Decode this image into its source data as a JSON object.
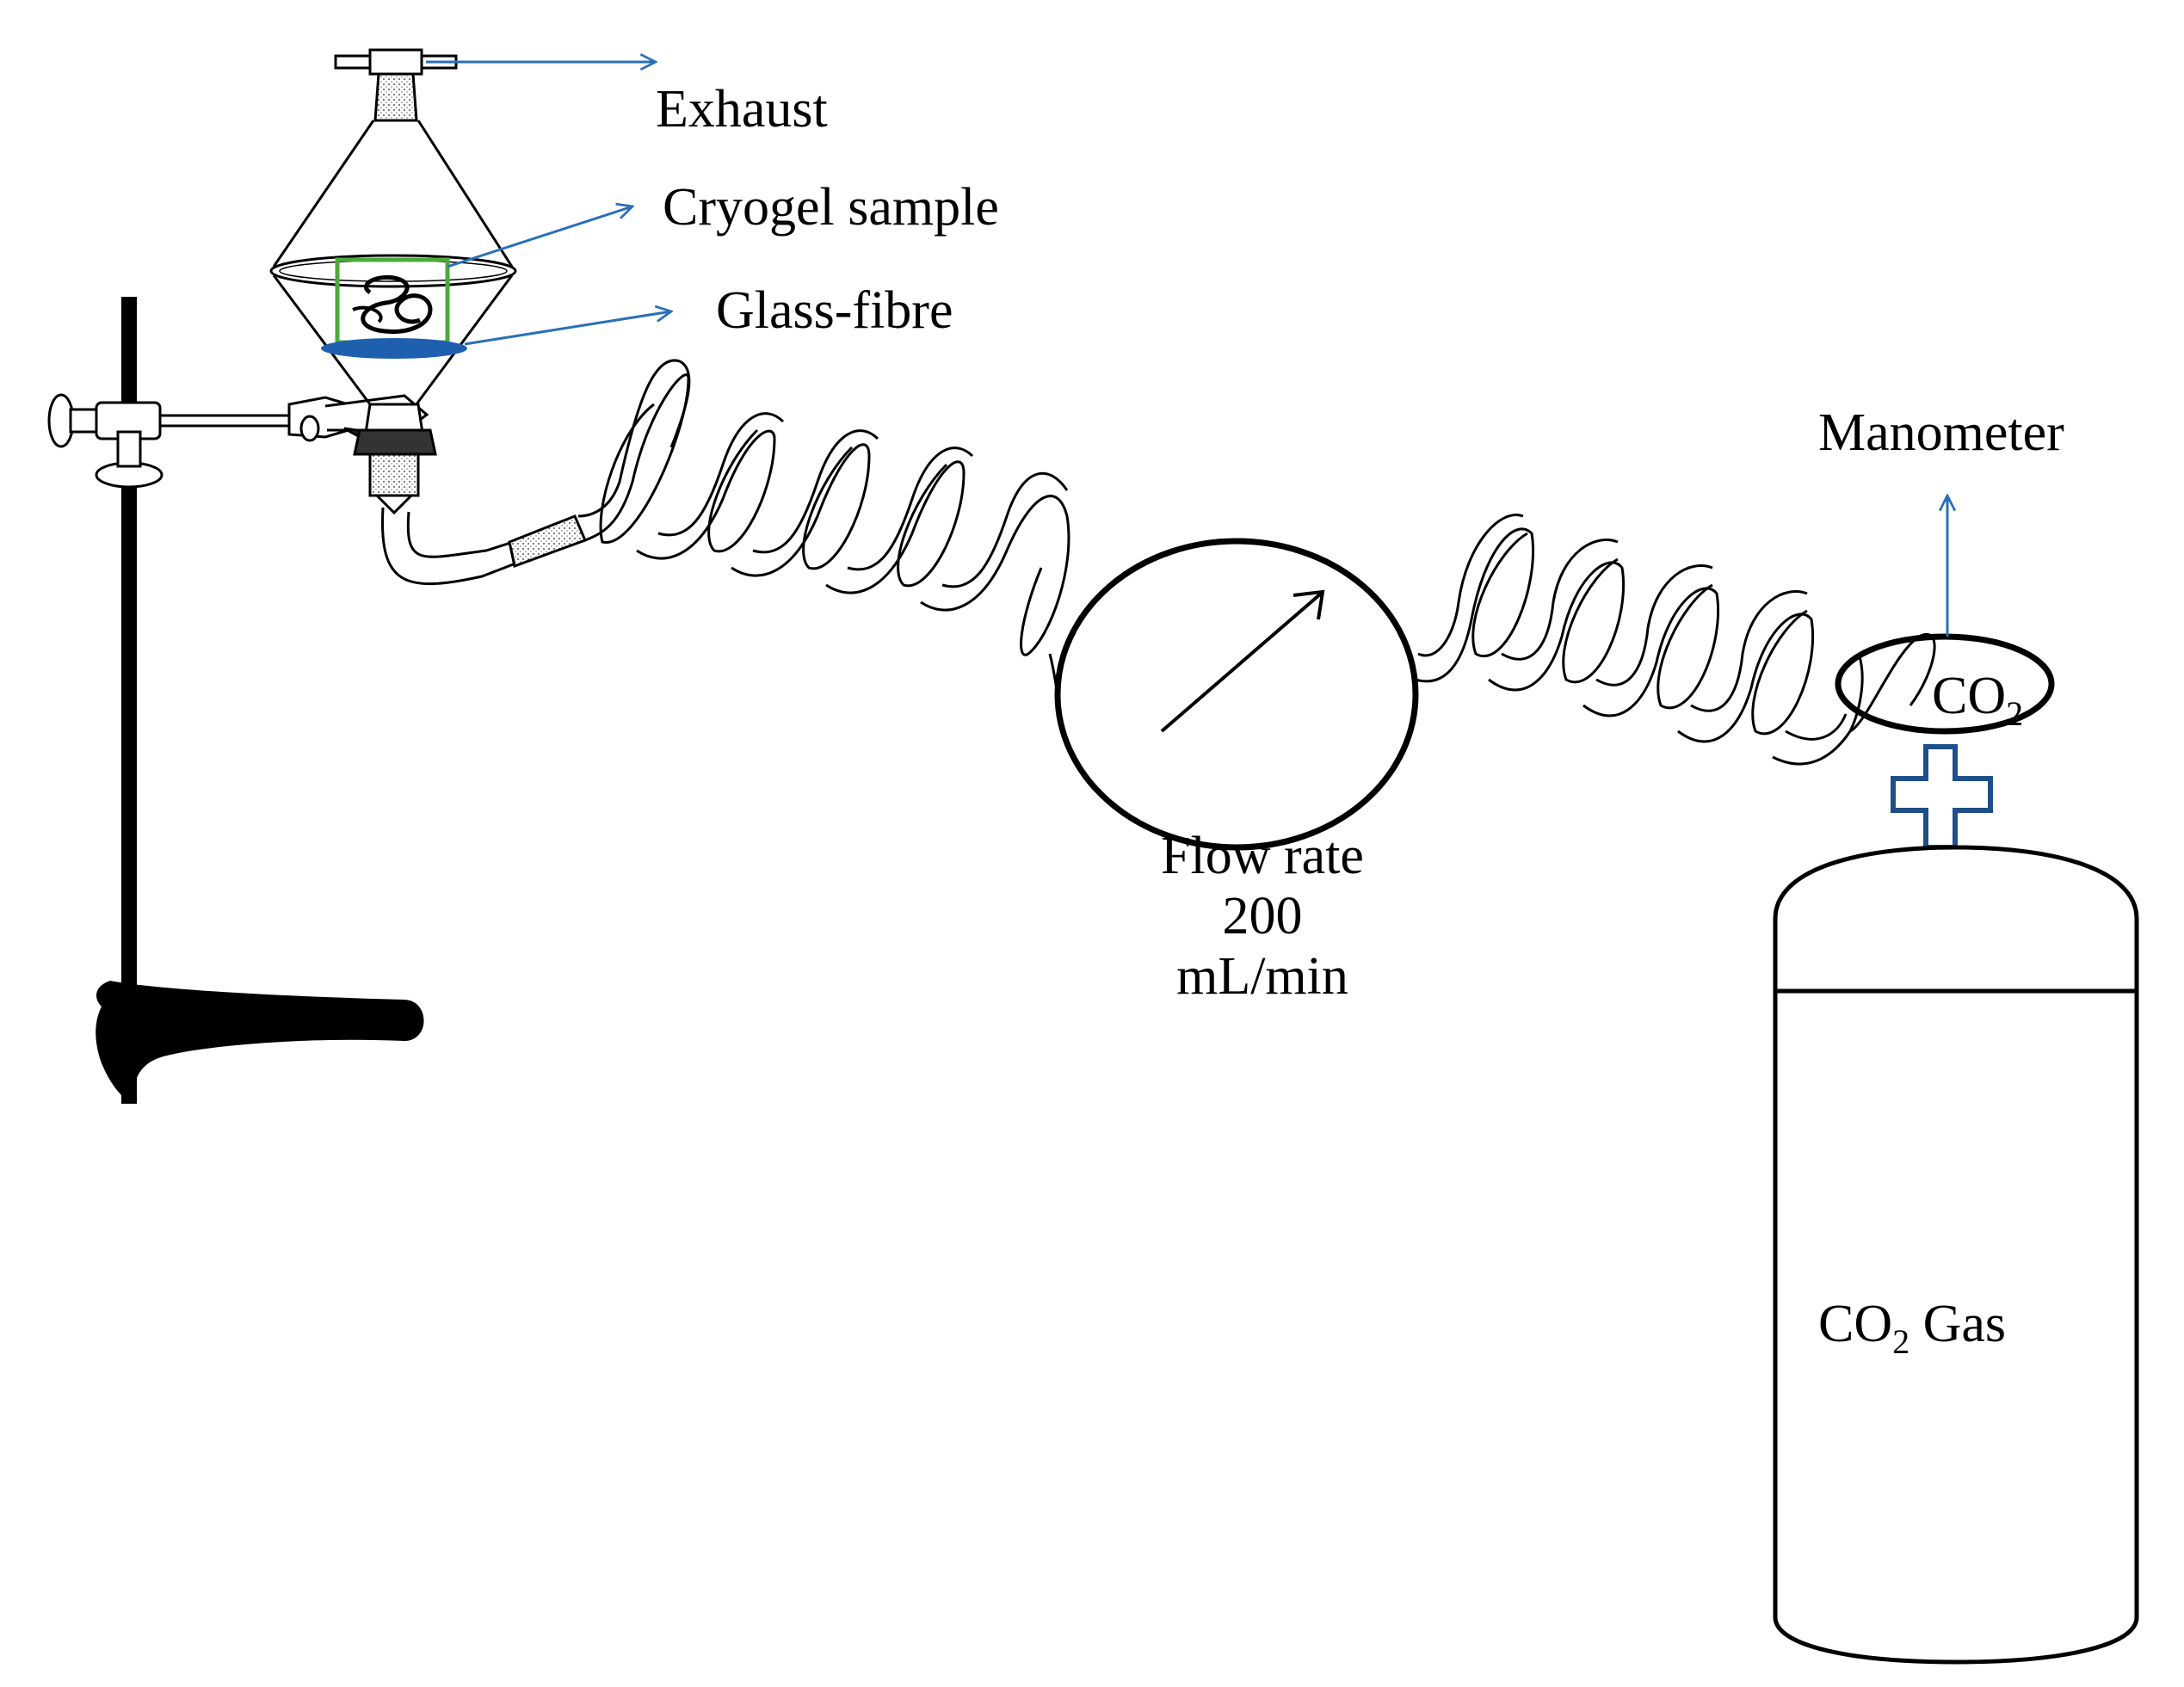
{
  "labels": {
    "exhaust": "Exhaust",
    "cryogel_sample": "Cryogel sample",
    "glass_fibre": "Glass-fibre",
    "manometer": "Manometer",
    "flow_rate_line1": "Flow rate",
    "flow_rate_line2": "200",
    "flow_rate_line3": "mL/min",
    "co2_main": "CO",
    "co2_sub": "2",
    "gas_main": "CO",
    "gas_sub": "2",
    "gas_suffix": " Gas"
  },
  "colors": {
    "arrow": "#2a6fba",
    "sample": "#4caa3c",
    "fibre": "#1f5fb0",
    "valve": "#1f4f8a",
    "ink": "#000000"
  },
  "icons": {
    "stand": "retort-stand-icon",
    "funnel": "separatory-funnel-icon",
    "clamp": "clamp-icon",
    "flowmeter": "flowmeter-dial-icon",
    "cylinder": "gas-cylinder-icon",
    "valve": "cross-valve-icon"
  }
}
